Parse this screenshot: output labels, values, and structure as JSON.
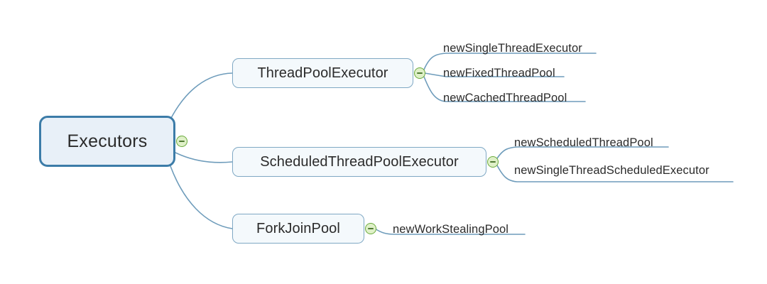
{
  "diagram": {
    "type": "mind-map",
    "title": "Executors",
    "orientation": "left-to-right",
    "colors": {
      "canvas_background": "#ffffff",
      "root_border": "#3c7ca8",
      "root_fill": "#e8f0f8",
      "branch_border": "#7fa8c4",
      "branch_fill": "#f4f9fc",
      "connector": "#6e9cbb",
      "toggle_border": "#6aab3c",
      "toggle_fill": "#dff0c8",
      "text": "#2b2b2b"
    }
  },
  "root": {
    "label": "Executors",
    "toggle_state": "expanded",
    "toggle_glyph": "minus"
  },
  "branches": [
    {
      "label": "ThreadPoolExecutor",
      "toggle_state": "expanded",
      "toggle_glyph": "minus",
      "leaves": [
        {
          "label": "newSingleThreadExecutor"
        },
        {
          "label": "newFixedThreadPool"
        },
        {
          "label": "newCachedThreadPool"
        }
      ]
    },
    {
      "label": "ScheduledThreadPoolExecutor",
      "toggle_state": "expanded",
      "toggle_glyph": "minus",
      "leaves": [
        {
          "label": "newScheduledThreadPool"
        },
        {
          "label": "newSingleThreadScheduledExecutor"
        }
      ]
    },
    {
      "label": "ForkJoinPool",
      "toggle_state": "expanded",
      "toggle_glyph": "minus",
      "leaves": [
        {
          "label": "newWorkStealingPool"
        }
      ]
    }
  ]
}
